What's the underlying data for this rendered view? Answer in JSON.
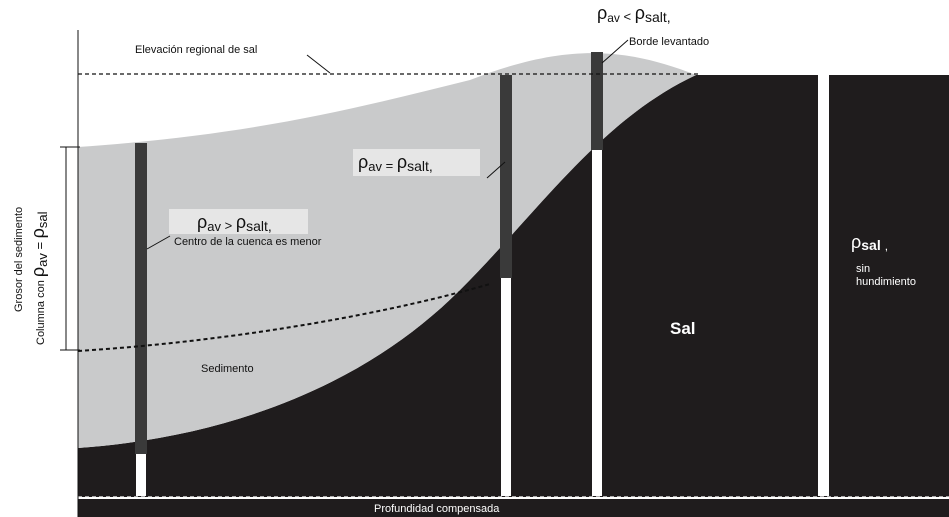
{
  "labels": {
    "regional_elevation": "Elevación regional de sal",
    "edge_formula_rho": "ρ",
    "edge_formula_av_sub": "av",
    "edge_formula_op": " < ",
    "edge_formula_salt_sub": "salt,",
    "edge_caption": "Borde levantado",
    "mid_formula_rho": "ρ",
    "mid_formula_av_sub": "av",
    "mid_formula_op": " = ",
    "mid_formula_salt_sub": "salt,",
    "basin_formula_rho": "ρ",
    "basin_formula_av_sub": "av",
    "basin_formula_op": " > ",
    "basin_formula_salt_sub": "salt,",
    "basin_caption": "Centro de la cuenca es menor",
    "salt_rho": "ρ",
    "salt_rho_sub": "sal",
    "salt_comma": ",",
    "no_subsidence_1": "sin",
    "no_subsidence_2": "hundimiento",
    "salt_label": "Sal",
    "sediment_label": "Sedimento",
    "compensated_depth": "Profundidad compensada",
    "y_axis_line1": "Grosor del sedimento",
    "y_axis_line2_prefix": "Columna con ",
    "y_axis_line2_rho1": "ρ",
    "y_axis_line2_av": "av",
    "y_axis_line2_eq": " = ",
    "y_axis_line2_rho2": "ρ",
    "y_axis_line2_sal": "sal"
  },
  "colors": {
    "salt": "#1f1c1d",
    "sediment": "#c9cacb",
    "column": "#3a3a3a",
    "label_box": "#e6e6e6",
    "line": "#111111"
  }
}
